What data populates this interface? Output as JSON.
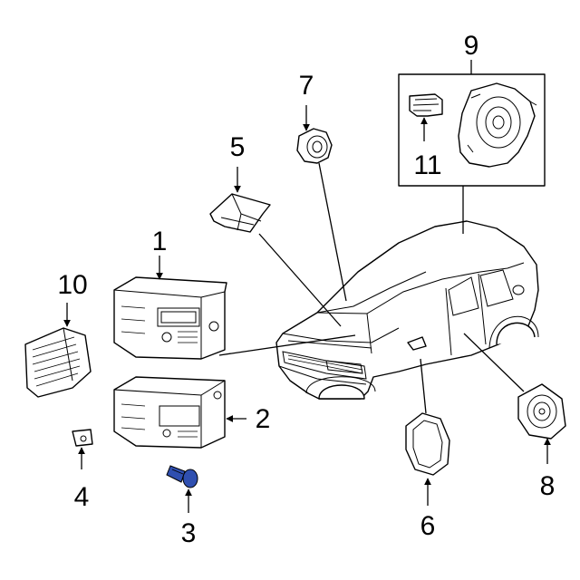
{
  "callouts": {
    "c1": "1",
    "c2": "2",
    "c3": "3",
    "c4": "4",
    "c5": "5",
    "c6": "6",
    "c7": "7",
    "c8": "8",
    "c9": "9",
    "c10": "10",
    "c11": "11"
  },
  "colors": {
    "line": "#000000",
    "background": "#ffffff",
    "highlight_part": "#2f4fb0"
  },
  "highlighted_part": "3"
}
